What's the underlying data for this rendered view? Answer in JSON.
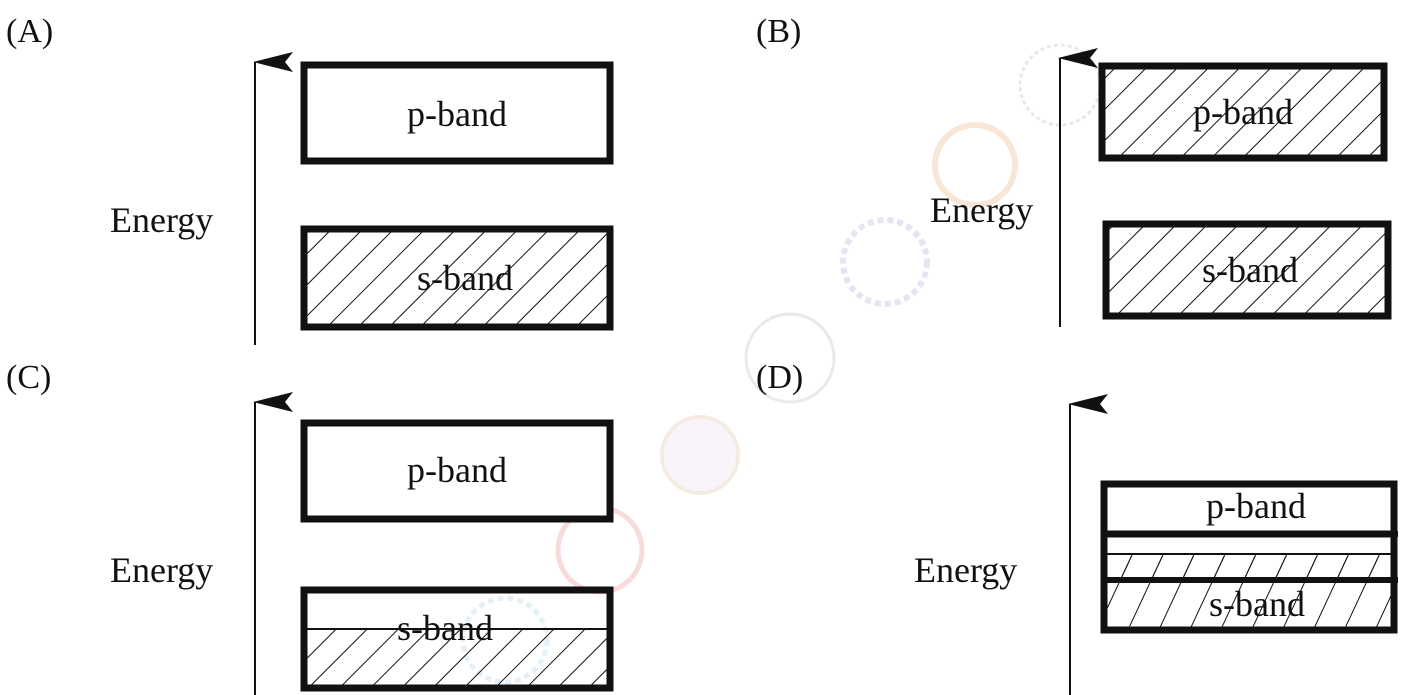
{
  "panels": {
    "A": {
      "label": "(A)",
      "axis_label": "Energy",
      "p_band": "p-band",
      "s_band": "s-band"
    },
    "B": {
      "label": "(B)",
      "axis_label": "Energy",
      "p_band": "p-band",
      "s_band": "s-band"
    },
    "C": {
      "label": "(C)",
      "axis_label": "Energy",
      "p_band": "p-band",
      "s_band": "s-band"
    },
    "D": {
      "label": "(D)",
      "axis_label": "Energy",
      "p_band": "p-band",
      "s_band": "s-band"
    }
  },
  "colors": {
    "ink": "#111111",
    "background": "#ffffff",
    "watermark": "#d9cde8"
  }
}
